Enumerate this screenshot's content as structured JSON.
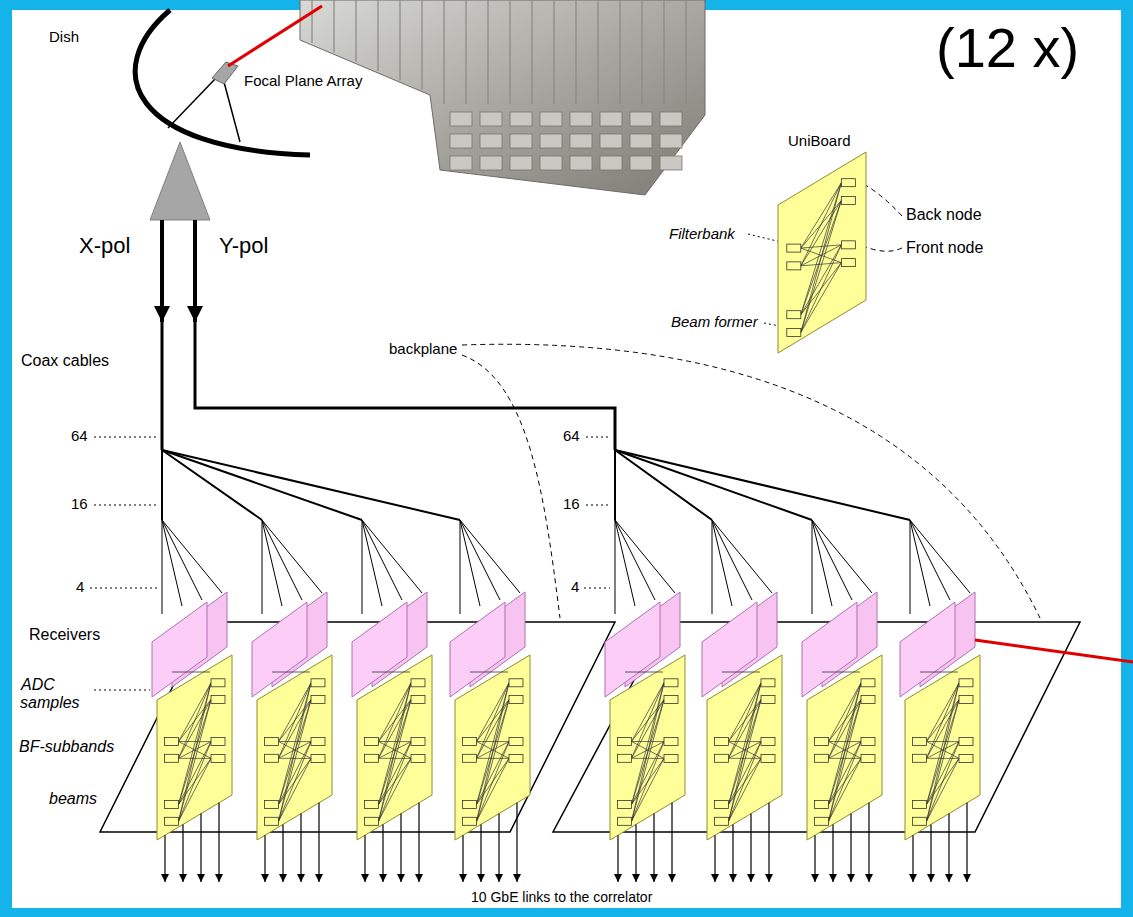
{
  "diagram": {
    "nodes": [
      {
        "text": [
          "UniBoard"
        ]
      }
    ],
    "labels": [
      "Dish",
      "Focal Plane Array",
      "(12 x)",
      "Filterbank",
      "Beam former",
      "Back node",
      "Front node",
      "X-pol",
      "Y-pol",
      "Coax cables",
      "backplane",
      "64",
      "16",
      "4",
      "64",
      "16",
      "4",
      "Receivers",
      "ADC samples",
      "BF-subbands",
      "beams",
      "10 GbE links to the correlator"
    ]
  }
}
